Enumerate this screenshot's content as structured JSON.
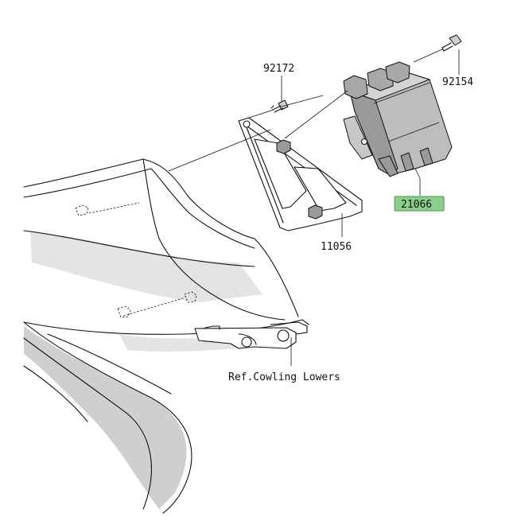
{
  "callouts": {
    "bolt_left": "92172",
    "bolt_right": "92154",
    "bracket": "11056",
    "module": "21066",
    "reference": "Ref.Cowling Lowers"
  },
  "colors": {
    "highlight": "#8ccf8c",
    "highlight_border": "#4a9a4a",
    "line": "#111111",
    "part_fill": "#bdbdbd"
  }
}
